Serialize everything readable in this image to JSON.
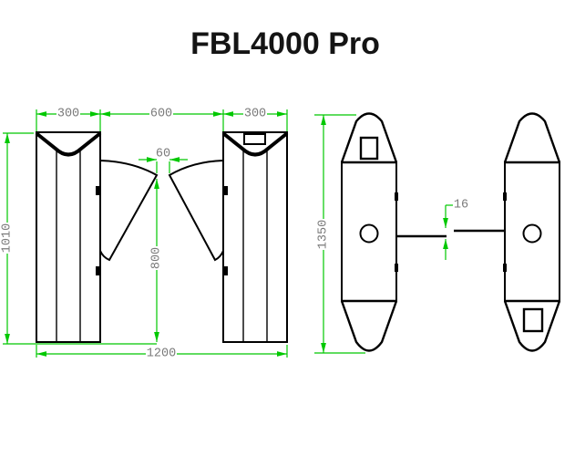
{
  "title": "FBL4000 Pro",
  "colors": {
    "dimension_lines": "#00c800",
    "dimension_text": "#7a7a7a",
    "drawing_lines": "#000000",
    "background": "#ffffff"
  },
  "front_view": {
    "dim_left_cabinet_width": "300",
    "dim_lane_width": "600",
    "dim_right_cabinet_width": "300",
    "dim_flap_gap": "60",
    "dim_flap_tip_height": "800",
    "dim_cabinet_height": "1010",
    "dim_total_width": "1200"
  },
  "top_view": {
    "dim_cabinet_length": "1350",
    "dim_flap_overlap": "16"
  }
}
